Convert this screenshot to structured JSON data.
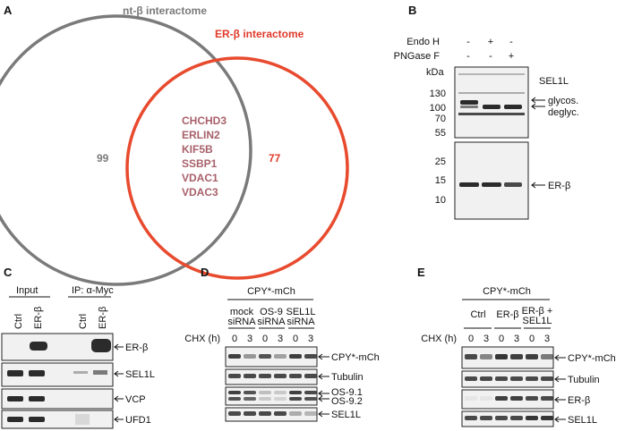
{
  "panels": {
    "a": {
      "label": "A",
      "left_set": "nt-β interactome",
      "right_set": "ER-β interactome",
      "left_only_count": "99",
      "right_only_count": "77",
      "overlap": [
        "CHCHD3",
        "ERLIN2",
        "KIF5B",
        "SSBP1",
        "VDAC1",
        "VDAC3"
      ],
      "colors": {
        "left": "#7a7a7a",
        "right": "#e84a2e",
        "overlap_text": "#a8606a",
        "right_title": "#e03a2a"
      }
    },
    "b": {
      "label": "B",
      "treat_endo": "Endo H",
      "treat_png": "PNGase F",
      "endo_signs": [
        "-",
        "+",
        "-"
      ],
      "png_signs": [
        "-",
        "-",
        "+"
      ],
      "kda": "kDa",
      "top_markers": [
        "130",
        "100",
        "70",
        "55"
      ],
      "bottom_markers": [
        "25",
        "15",
        "10"
      ],
      "top_target": "SEL1L",
      "arrow_glycos": "glycos.",
      "arrow_deglyc": "deglyc.",
      "bottom_target": "ER-β"
    },
    "c": {
      "label": "C",
      "input": "Input",
      "ip": "IP: α-Myc",
      "lanes": [
        "Ctrl",
        "ER-β",
        "Ctrl",
        "ER-β"
      ],
      "targets": [
        "ER-β",
        "SEL1L",
        "VCP",
        "UFD1"
      ]
    },
    "d": {
      "label": "D",
      "header": "CPY*-mCh",
      "groups": [
        "mock siRNA",
        "OS-9 siRNA",
        "SEL1L siRNA"
      ],
      "chx": "CHX (h)",
      "times": [
        "0",
        "3",
        "0",
        "3",
        "0",
        "3"
      ],
      "targets": [
        "CPY*-mCh",
        "Tubulin",
        "OS-9.1",
        "OS-9.2",
        "SEL1L"
      ]
    },
    "e": {
      "label": "E",
      "header": "CPY*-mCh",
      "groups": [
        "Ctrl",
        "ER-β",
        "ER-β +",
        "SEL1L"
      ],
      "chx": "CHX (h)",
      "times": [
        "0",
        "3",
        "0",
        "3",
        "0",
        "3"
      ],
      "targets": [
        "CPY*-mCh",
        "Tubulin",
        "ER-β",
        "SEL1L"
      ]
    }
  }
}
